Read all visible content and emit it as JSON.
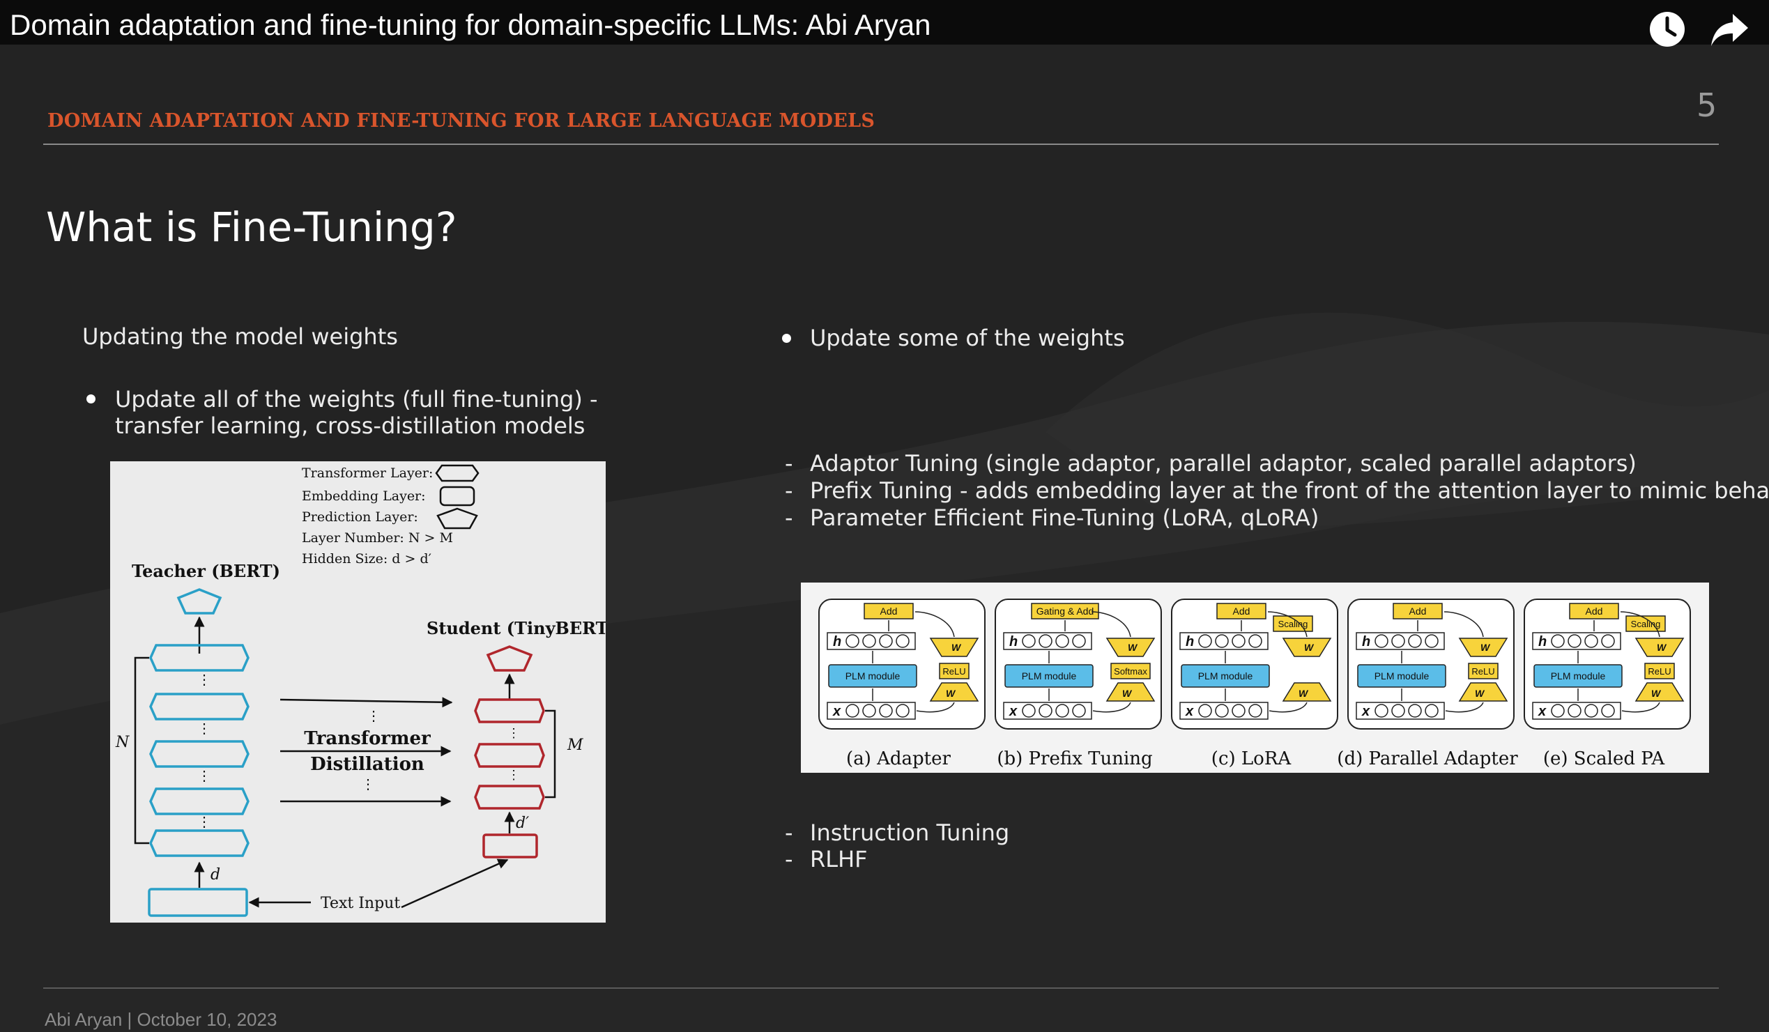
{
  "video": {
    "title": "Domain adaptation and fine-tuning for domain-specific LLMs: Abi Aryan",
    "watch_later_icon": "clock-icon",
    "share_icon": "share-arrow-icon"
  },
  "slide": {
    "header_label": "DOMAIN ADAPTATION AND FINE-TUNING FOR LARGE LANGUAGE MODELS",
    "page_number": "5",
    "title": "What is Fine-Tuning?",
    "left_column": {
      "intro": "Updating the model weights",
      "bullet_line1": "Update all of the weights (full fine-tuning) -",
      "bullet_line2": "transfer learning, cross-distillation models"
    },
    "right_column": {
      "bullet": "Update some of the weights",
      "dash_items": [
        "Adaptor Tuning (single adaptor, parallel adaptor, scaled parallel adaptors)",
        "Prefix Tuning - adds embedding layer at the front of the attention layer to mimic behavior",
        "Parameter Efficient Fine-Tuning (LoRA, qLoRA)"
      ],
      "dash_items_2": [
        "Instruction Tuning",
        "RLHF"
      ]
    },
    "footer": "Abi Aryan | October 10, 2023"
  },
  "distillation_figure": {
    "legend": [
      "Transformer Layer:",
      "Embedding Layer:",
      "Prediction Layer:",
      "Layer Number: N > M",
      "Hidden Size: d > d′"
    ],
    "teacher_label": "Teacher (BERT)",
    "student_label": "Student (TinyBERT)",
    "center_label_1": "Transformer",
    "center_label_2": "Distillation",
    "n_label": "N",
    "m_label": "M",
    "d_label": "d",
    "d_prime_label": "d′",
    "input_label": "Text Input",
    "teacher_color": "#2aa0c7",
    "student_color": "#b0262c"
  },
  "peft_figure": {
    "captions": [
      "(a) Adapter",
      "(b) Prefix Tuning",
      "(c) LoRA",
      "(d) Parallel Adapter",
      "(e) Scaled PA"
    ],
    "top_labels": [
      "Add",
      "Gating & Add",
      "Add",
      "Add",
      "Add"
    ],
    "scaling_label": "Scaling",
    "module_label": "PLM module",
    "side_labels": [
      "ReLU",
      "Softmax",
      "",
      "ReLU",
      "ReLU"
    ],
    "w_up": "W",
    "w_down": "W",
    "h_label": "h",
    "x_label": "x",
    "yellow": "#f7d33b",
    "blue": "#5bbde8"
  }
}
